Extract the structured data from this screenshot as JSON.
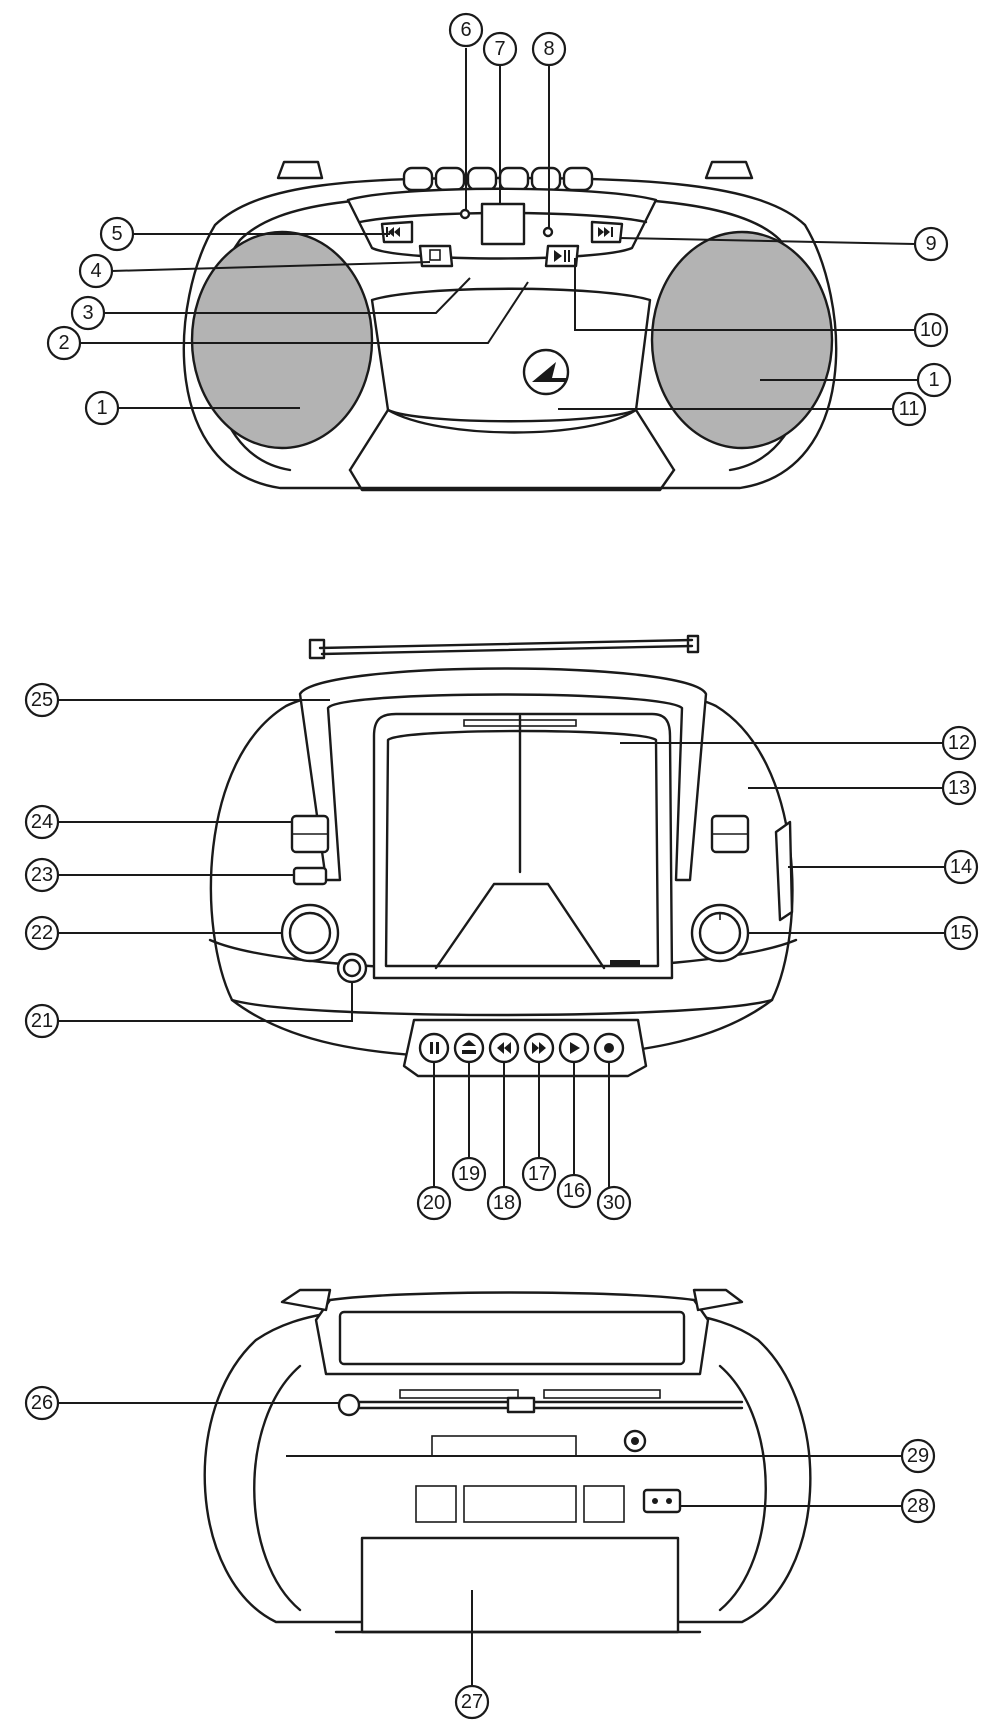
{
  "callouts": {
    "c1a": "1",
    "c1b": "1",
    "c2": "2",
    "c3": "3",
    "c4": "4",
    "c5": "5",
    "c6": "6",
    "c7": "7",
    "c8": "8",
    "c9": "9",
    "c10": "10",
    "c11": "11",
    "c12": "12",
    "c13": "13",
    "c14": "14",
    "c15": "15",
    "c16": "16",
    "c17": "17",
    "c18": "18",
    "c19": "19",
    "c20": "20",
    "c21": "21",
    "c22": "22",
    "c23": "23",
    "c24": "24",
    "c25": "25",
    "c26": "26",
    "c27": "27",
    "c28": "28",
    "c29": "29",
    "c30": "30"
  },
  "views": [
    "front-view",
    "top-view",
    "rear-view"
  ],
  "colors": {
    "line": "#1a1a1a",
    "grille": "#b3b3b3",
    "background": "#ffffff"
  }
}
